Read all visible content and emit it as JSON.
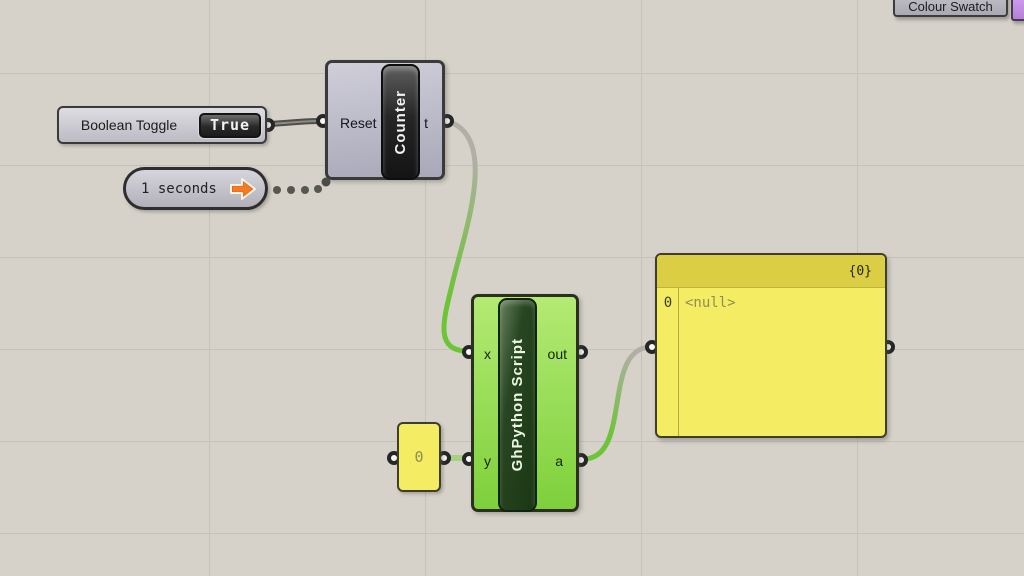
{
  "colour_swatch": {
    "label": "Colour Swatch"
  },
  "boolean_toggle": {
    "label": "Boolean Toggle",
    "value": "True"
  },
  "timer": {
    "interval": "1 seconds"
  },
  "counter": {
    "title": "Counter",
    "input_label": "Reset",
    "output_label": "t"
  },
  "python": {
    "title": "GhPython Script",
    "inputs": [
      "x",
      "y"
    ],
    "outputs": [
      "out",
      "a"
    ]
  },
  "panel": {
    "branch": "{0}",
    "rows": [
      {
        "index": "0",
        "value": "<null>"
      }
    ]
  },
  "value_panel": {
    "value": "0"
  },
  "colors": {
    "canvas_bg": "#d6d2ca",
    "grid_line": "#c6c2b9",
    "wire_green": "#6cc437",
    "wire_gray": "#b0ada4",
    "wire_dark": "#55534e",
    "component_gray": "#b6b4c2",
    "component_green": "#8fd94c",
    "panel_yellow": "#f4ec63",
    "panel_header_yellow": "#dbce45",
    "swatch_purple": "#c795e9",
    "timer_arrow_orange": "#ee5f12"
  }
}
